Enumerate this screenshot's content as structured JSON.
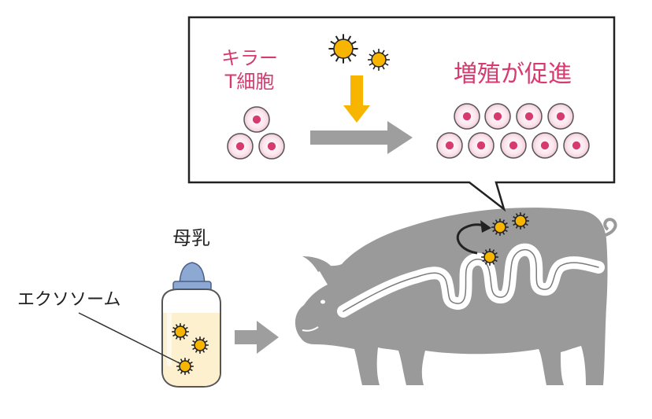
{
  "callout": {
    "killer_t_label_line1": "キラー",
    "killer_t_label_line2": "T細胞",
    "result_label": "増殖が促進"
  },
  "bottle": {
    "milk_label": "母乳",
    "exosome_label": "エクソソーム"
  },
  "colors": {
    "accent_pink": "#d63a6e",
    "exosome_yellow": "#f7b500",
    "arrow_gray": "#9e9e9e",
    "arrow_yellow": "#f7b500",
    "pig_gray": "#9a9a9a",
    "milk_cream": "#fdf0cf"
  },
  "icons": {
    "exosome": "spiky-yellow-circle",
    "t_cell": "pink-nucleus-cell",
    "pig": "pig-silhouette",
    "bottle": "baby-bottle"
  }
}
